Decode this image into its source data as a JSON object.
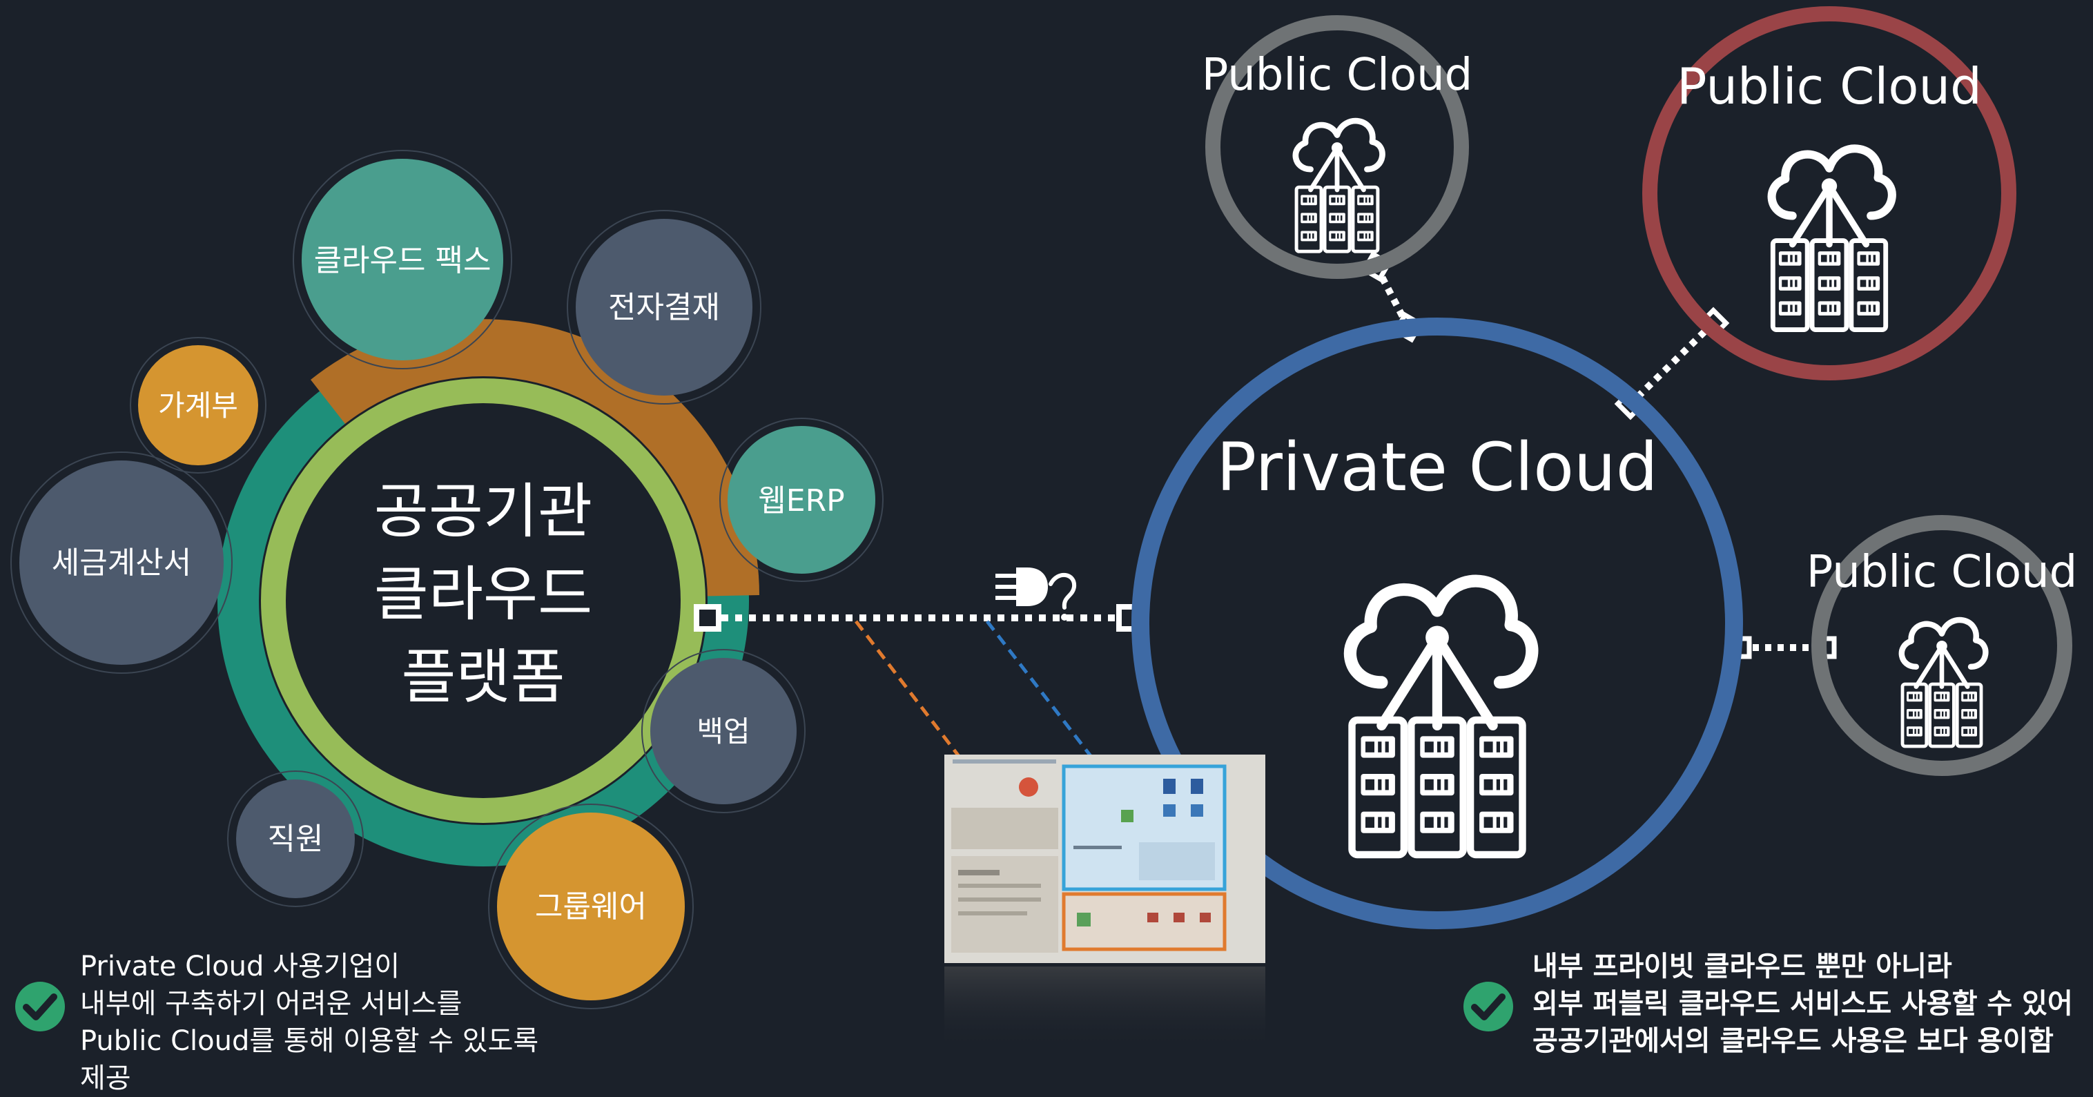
{
  "platform": {
    "line1": "공공기관",
    "line2": "클라우드",
    "line3": "플랫폼"
  },
  "services": [
    "클라우드 팩스",
    "전자결재",
    "가계부",
    "웹ERP",
    "세금계산서",
    "백업",
    "직원",
    "그룹웨어"
  ],
  "private_cloud": {
    "title": "Private Cloud"
  },
  "public_clouds": [
    {
      "title": "Public Cloud"
    },
    {
      "title": "Public Cloud"
    },
    {
      "title": "Public Cloud"
    }
  ],
  "notes": {
    "left": [
      "Private Cloud 사용기업이",
      "내부에 구축하기 어려운 서비스를",
      "Public Cloud를 통해 이용할 수 있도록",
      "제공"
    ],
    "right": [
      "내부 프라이빗 클라우드 뿐만 아니라",
      "외부 퍼블릭 클라우드 서비스도 사용할 수 있어",
      "공공기관에서의 클라우드 사용은 보다 용이함"
    ]
  },
  "icons": {
    "cloud": "cloud-server-icon",
    "plug": "plug-icon",
    "check": "check-circle-icon"
  },
  "colors": {
    "background": "#1b212a",
    "private_ring": "#3e6aa5",
    "public_gray_ring": "#6f7375",
    "public_red_ring": "#9a4447",
    "platform_orange": "#b06f27",
    "platform_teal": "#1ea083",
    "platform_green": "#97bc58",
    "service_teal": "#4a9e8e",
    "service_slate": "#4d5a6d",
    "service_orange": "#d59530",
    "orange_dash": "#e07a2e",
    "blue_dash": "#2f79c4",
    "check_green": "#2fa36e"
  }
}
